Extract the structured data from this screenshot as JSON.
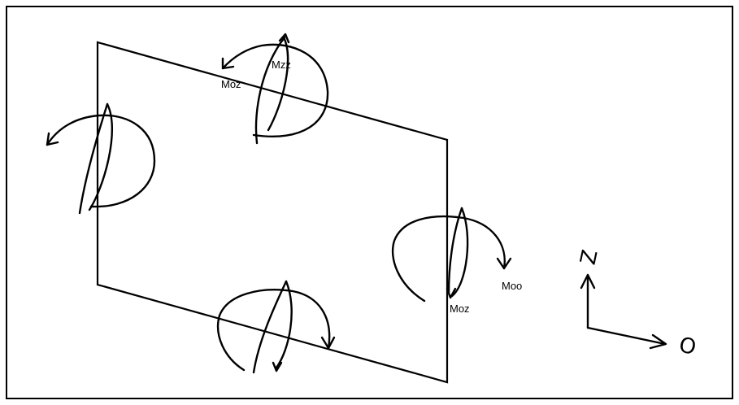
{
  "labels": {
    "top_edge_moment_1": "Mzz",
    "top_edge_moment_2": "Moz",
    "right_edge_moment_1": "Moz",
    "right_edge_moment_2": "Moo"
  },
  "axes": {
    "vertical_letter": "Z",
    "horizontal_letter": "O"
  },
  "colors": {
    "stroke": "#000000",
    "background": "#ffffff"
  }
}
